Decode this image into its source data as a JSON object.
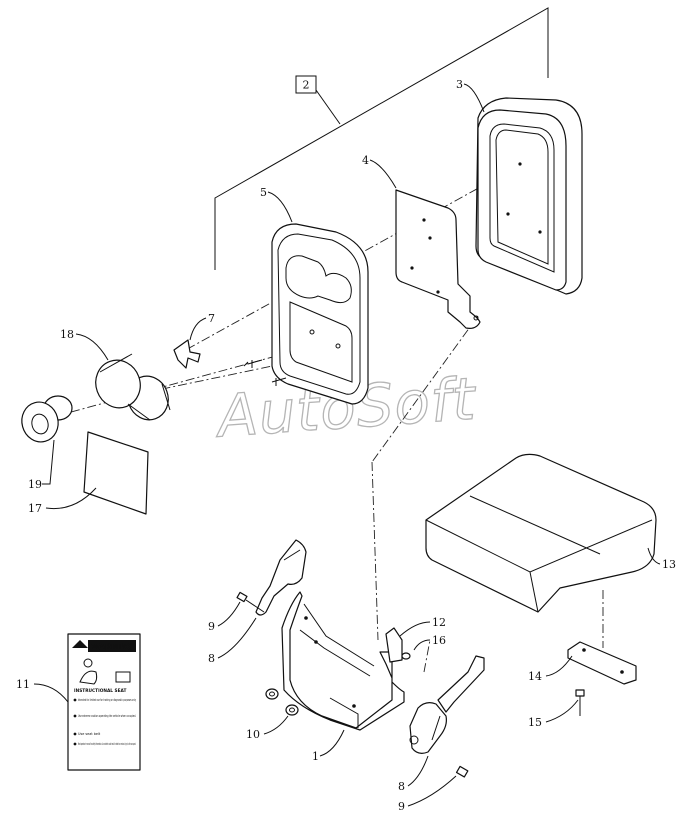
{
  "watermark": "AutoSoft",
  "callouts": [
    "1",
    "2",
    "3",
    "4",
    "5",
    "7",
    "8",
    "8",
    "9",
    "9",
    "10",
    "11",
    "12",
    "13",
    "14",
    "15",
    "16",
    "17",
    "18",
    "19"
  ],
  "warning_label": {
    "title": "WARNING",
    "subtitle": "INSTRUCTIONAL SEAT",
    "items": [
      "Intended for limited use for training or diagnostic purposes only",
      "Use extreme caution operating the vehicle when occupied.",
      "Use seat belt",
      "Read operator's manual for safety information. An accident could result in death or serious injury to the occupant."
    ]
  }
}
